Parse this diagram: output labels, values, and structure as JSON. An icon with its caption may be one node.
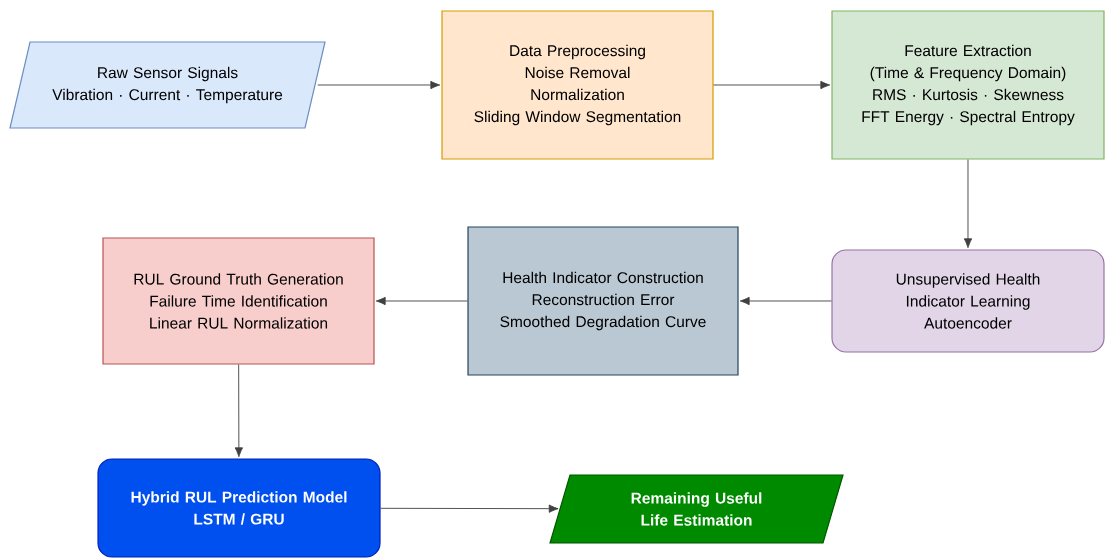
{
  "diagram": {
    "nodes": [
      {
        "text": [
          "Raw Sensor Signals",
          "Vibration · Current · Temperature"
        ]
      },
      {
        "text": [
          "Data Preprocessing",
          "Noise Removal",
          "Normalization",
          "Sliding Window Segmentation"
        ]
      },
      {
        "text": [
          "Feature Extraction",
          "(Time & Frequency Domain)",
          "RMS · Kurtosis · Skewness",
          "FFT Energy · Spectral Entropy"
        ]
      },
      {
        "text": [
          "Unsupervised Health Indicator Learning",
          "Autoencoder"
        ]
      },
      {
        "text": [
          "Health Indicator Construction",
          "Reconstruction Error",
          "Smoothed Degradation Curve"
        ]
      },
      {
        "text": [
          "RUL Ground Truth Generation",
          "Failure Time Identification",
          "Linear RUL Normalization"
        ]
      },
      {
        "text": [
          "Hybrid RUL Prediction Model",
          "LSTM / GRU"
        ]
      },
      {
        "text": [
          "Remaining Useful Life Estimation"
        ]
      }
    ],
    "edges": [
      {
        "from": 0,
        "to": 1,
        "arrow": "to"
      },
      {
        "from": 1,
        "to": 2,
        "arrow": "to"
      },
      {
        "from": 2,
        "to": 3,
        "arrow": "to"
      },
      {
        "from": 3,
        "to": 4,
        "arrow": "to"
      },
      {
        "from": 4,
        "to": 5,
        "arrow": "to"
      },
      {
        "from": 5,
        "to": 6,
        "arrow": "to"
      },
      {
        "from": 6,
        "to": 7,
        "arrow": "to"
      }
    ]
  }
}
